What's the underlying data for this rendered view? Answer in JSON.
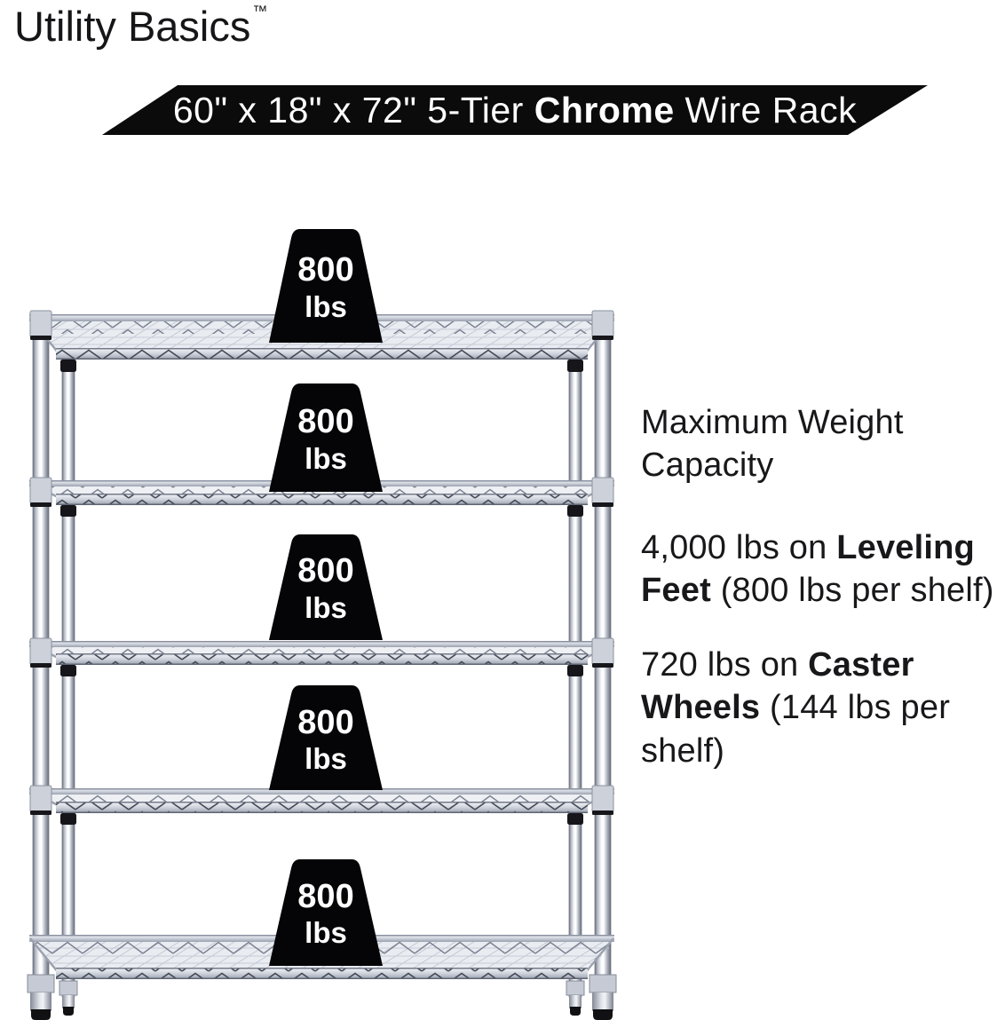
{
  "brand": {
    "name": "Utility Basics",
    "trademark": "™"
  },
  "banner": {
    "pre": "60\" x 18\" x 72\" 5-Tier ",
    "bold": "Chrome",
    "post": " Wire Rack",
    "bg_color": "#0b0b0b",
    "text_color": "#ffffff"
  },
  "weights": [
    {
      "value": "800",
      "unit": "lbs"
    },
    {
      "value": "800",
      "unit": "lbs"
    },
    {
      "value": "800",
      "unit": "lbs"
    },
    {
      "value": "800",
      "unit": "lbs"
    },
    {
      "value": "800",
      "unit": "lbs"
    }
  ],
  "info": {
    "heading": "Maximum Weight Capacity",
    "leveling": {
      "pre": "4,000 lbs on ",
      "bold": "Leveling Feet",
      "post": " (800 lbs per shelf)"
    },
    "casters": {
      "pre": "720 lbs on ",
      "bold": "Caster Wheels",
      "post": " (144 lbs per shelf)"
    }
  },
  "colors": {
    "weight_badge": "#050507",
    "weight_text": "#ffffff",
    "chrome_light": "#f8f9fb",
    "chrome_dark": "#6e7480",
    "body_text": "#18181a"
  },
  "product": {
    "tiers": 5,
    "shelf_count": 5
  }
}
